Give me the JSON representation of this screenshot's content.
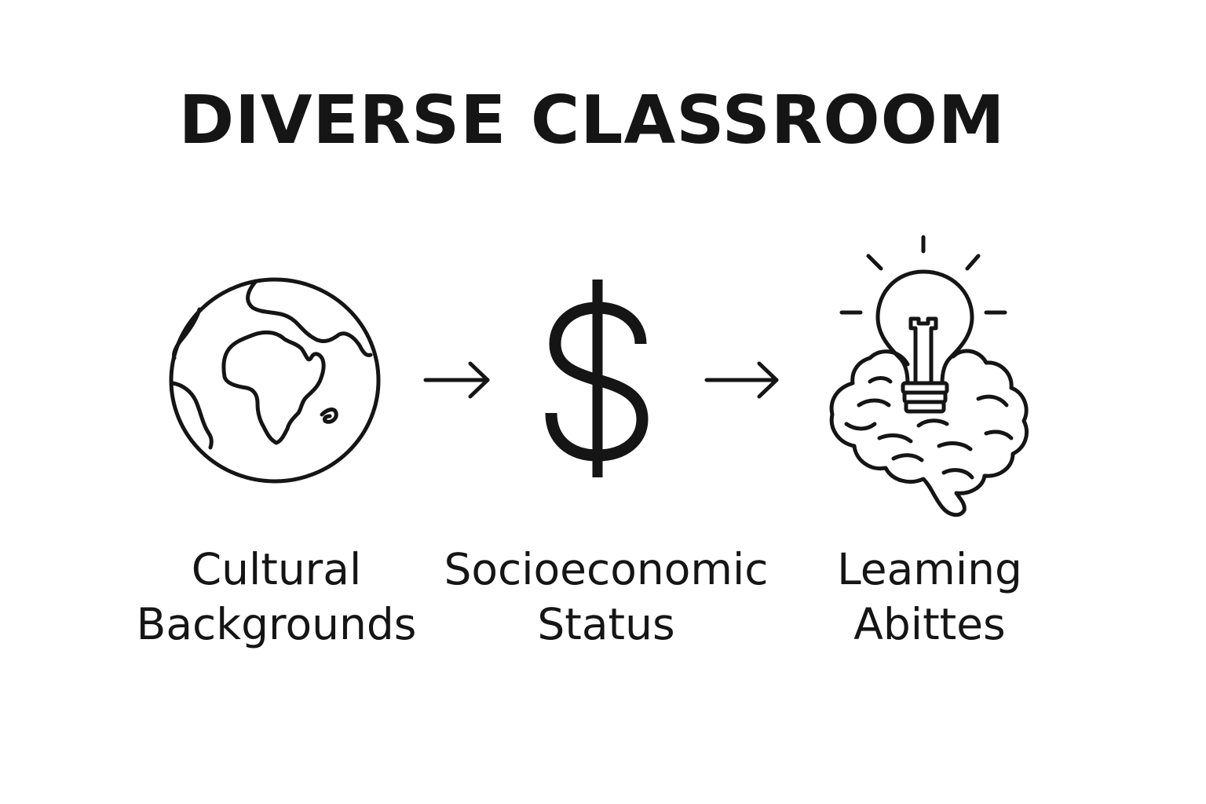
{
  "title": "DIVERSE CLASSROOM",
  "items": [
    {
      "icon": "globe-icon",
      "line1": "Cultural",
      "line2": "Backgrounds"
    },
    {
      "icon": "dollar-sign-icon",
      "line1": "Socioeconomic",
      "line2": "Status"
    },
    {
      "icon": "lightbulb-brain-icon",
      "line1": "Leaming",
      "line2": "Abittes"
    }
  ],
  "connectors": [
    "arrow-right-icon",
    "arrow-right-icon"
  ]
}
